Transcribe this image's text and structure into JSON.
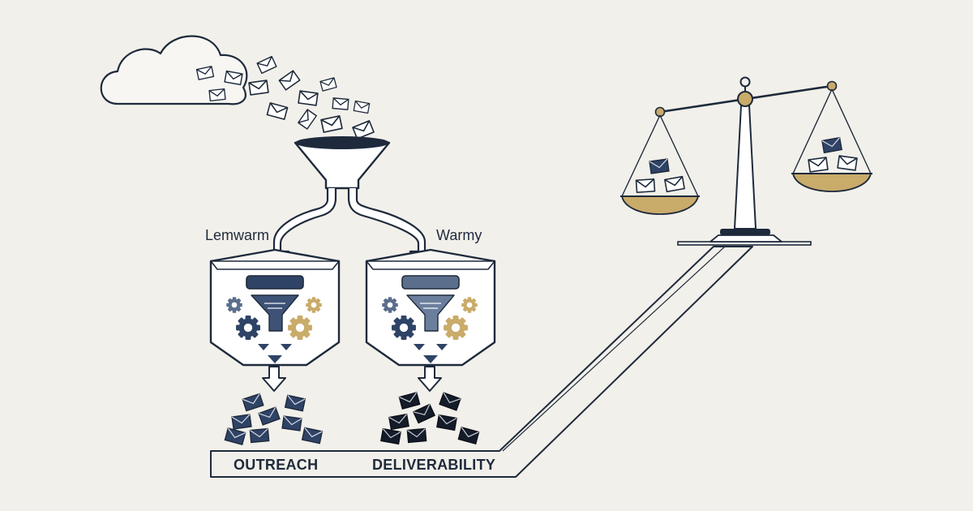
{
  "labels": {
    "left_tool": "Lemwarm",
    "right_tool": "Warmy",
    "left_base": "OUTREACH",
    "right_base": "DELIVERABILITY"
  },
  "icons": {
    "cloud": "cloud-icon",
    "envelope": "envelope-icon",
    "funnel": "funnel-icon",
    "gear": "gear-icon",
    "scale": "balance-scale-icon"
  },
  "colors": {
    "background": "#f2f0ea",
    "ink": "#1e2a3c",
    "navy": "#2f4366",
    "slate": "#5b6e8c",
    "gold": "#c9ab6a",
    "dark": "#151c29"
  }
}
